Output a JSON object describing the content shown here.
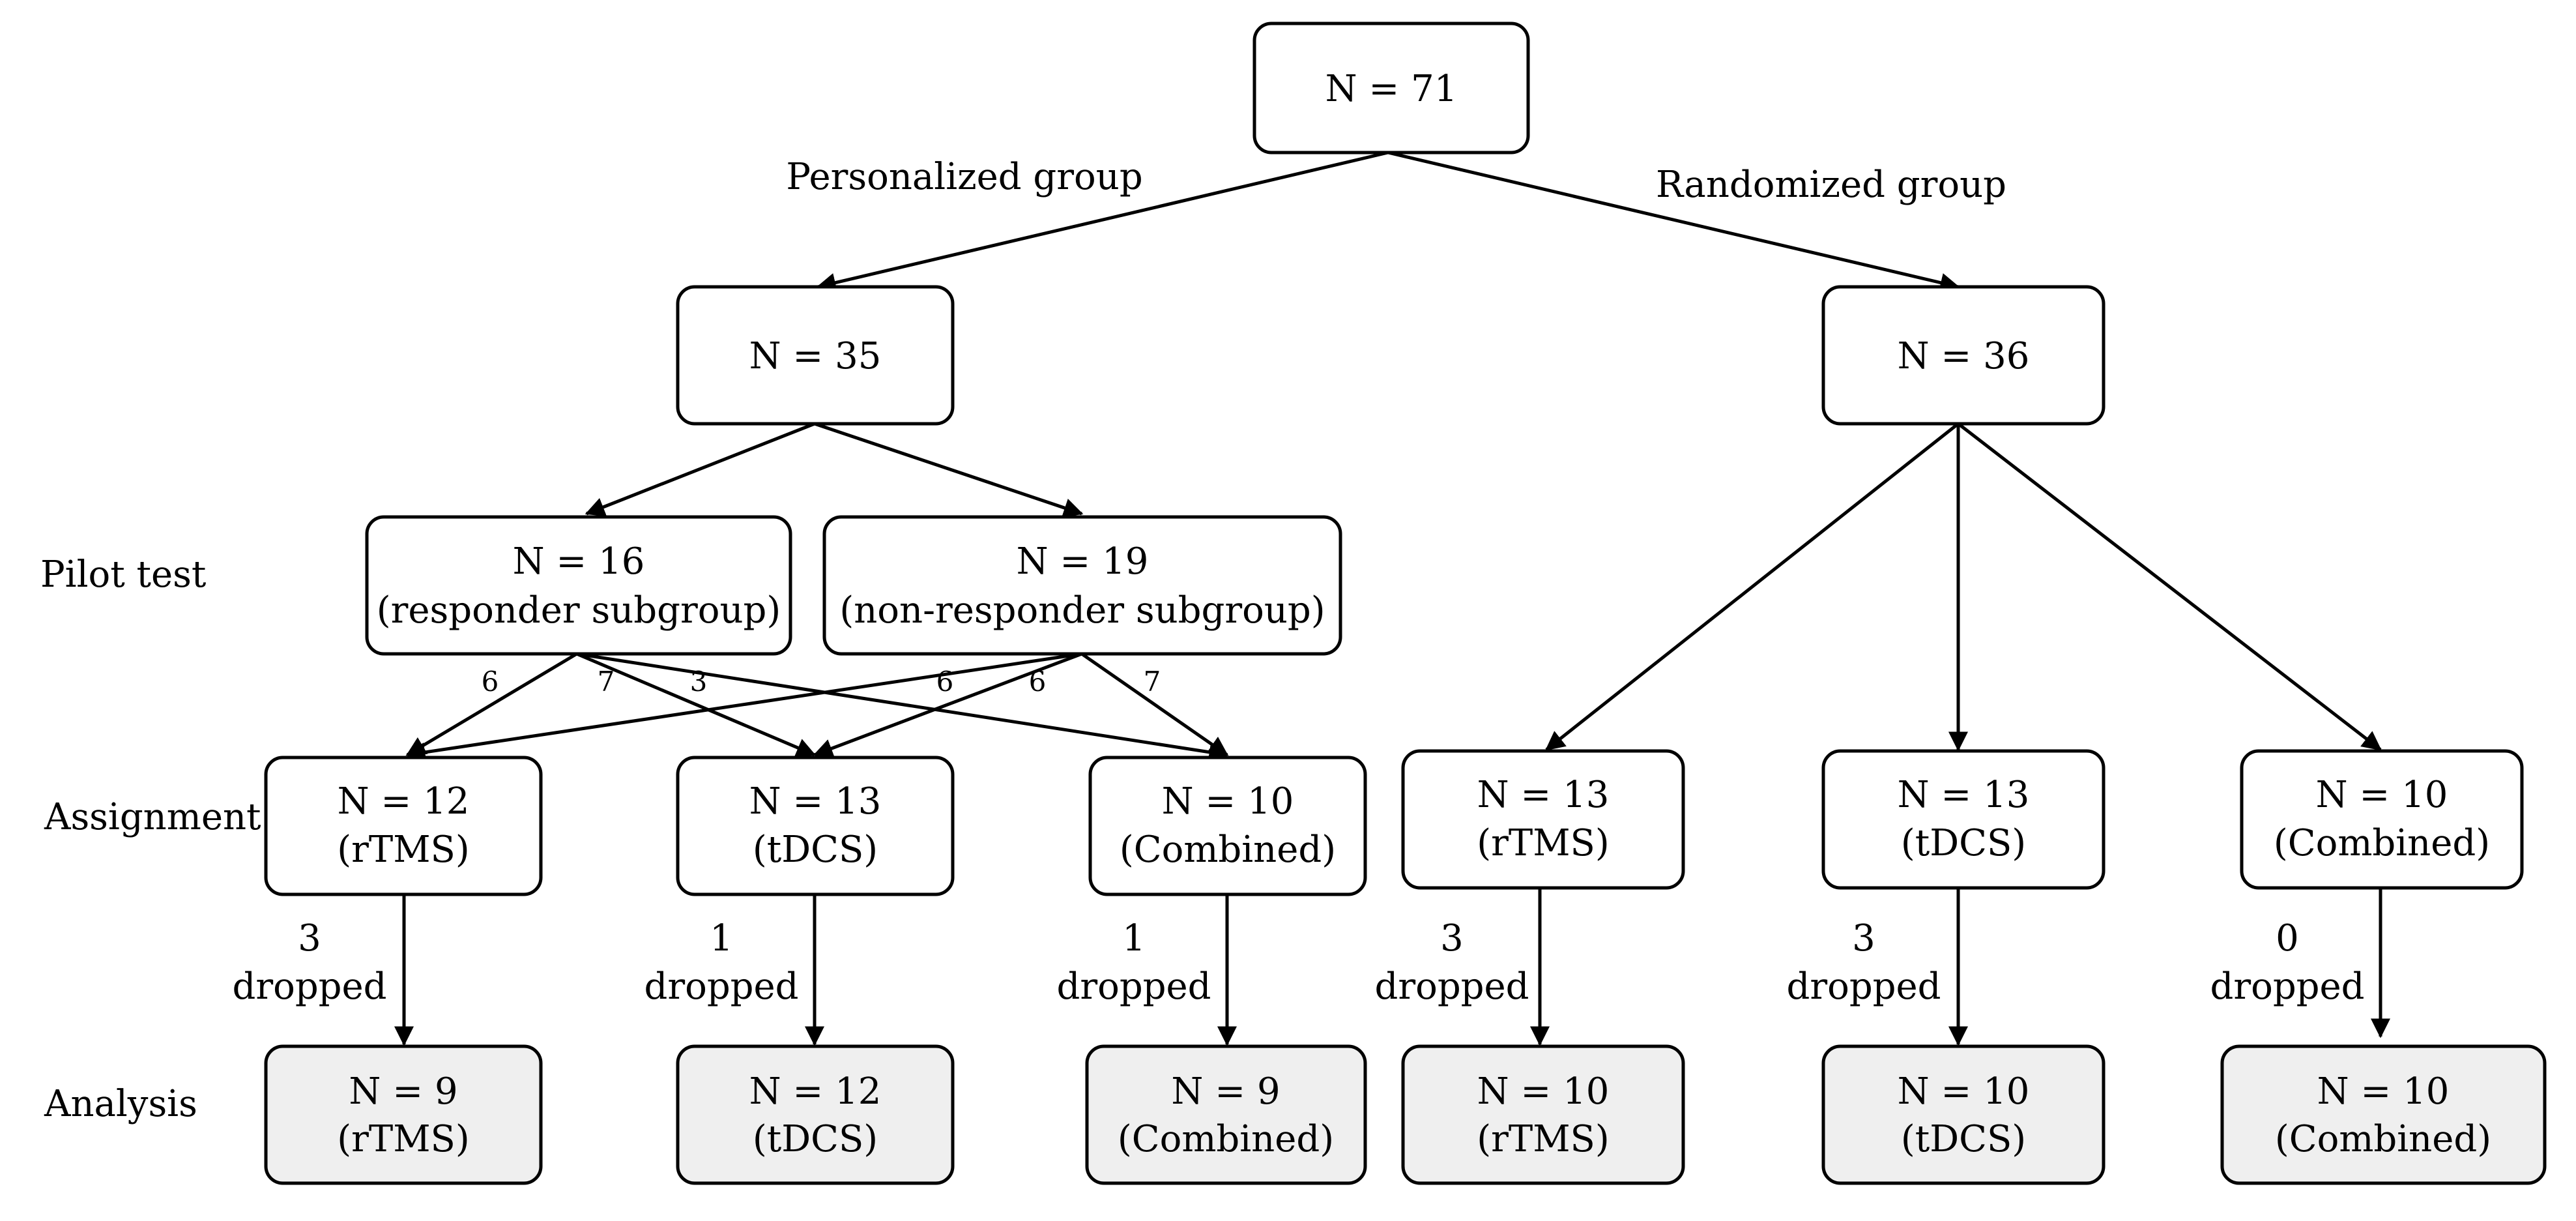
{
  "colors": {
    "box_fill": "#ffffff",
    "analysis_fill": "#efefef",
    "stroke": "#000000"
  },
  "row_labels": {
    "pilot": "Pilot test",
    "assignment": "Assignment",
    "analysis": "Analysis"
  },
  "branch_labels": {
    "personalized": "Personalized group",
    "randomized": "Randomized group"
  },
  "nodes": {
    "root": {
      "n": "N = 71"
    },
    "personalized": {
      "n": "N = 35"
    },
    "randomized": {
      "n": "N = 36"
    },
    "responder": {
      "n": "N = 16",
      "sub": "(responder subgroup)"
    },
    "nonresponder": {
      "n": "N = 19",
      "sub": "(non-responder subgroup)"
    },
    "p_rtms": {
      "n": "N = 12",
      "sub": "(rTMS)"
    },
    "p_tdcs": {
      "n": "N = 13",
      "sub": "(tDCS)"
    },
    "p_comb": {
      "n": "N = 10",
      "sub": "(Combined)"
    },
    "r_rtms": {
      "n": "N = 13",
      "sub": "(rTMS)"
    },
    "r_tdcs": {
      "n": "N = 13",
      "sub": "(tDCS)"
    },
    "r_comb": {
      "n": "N = 10",
      "sub": "(Combined)"
    },
    "a_p_rtms": {
      "n": "N = 9",
      "sub": "(rTMS)"
    },
    "a_p_tdcs": {
      "n": "N = 12",
      "sub": "(tDCS)"
    },
    "a_p_comb": {
      "n": "N = 9",
      "sub": "(Combined)"
    },
    "a_r_rtms": {
      "n": "N = 10",
      "sub": "(rTMS)"
    },
    "a_r_tdcs": {
      "n": "N = 10",
      "sub": "(tDCS)"
    },
    "a_r_comb": {
      "n": "N = 10",
      "sub": "(Combined)"
    }
  },
  "split_counts": {
    "resp_to_rtms": "6",
    "resp_to_tdcs": "7",
    "resp_to_comb": "3",
    "nonresp_to_rtms": "6",
    "nonresp_to_tdcs": "6",
    "nonresp_to_comb": "7"
  },
  "dropouts": {
    "p_rtms": {
      "count": "3",
      "label": "dropped"
    },
    "p_tdcs": {
      "count": "1",
      "label": "dropped"
    },
    "p_comb": {
      "count": "1",
      "label": "dropped"
    },
    "r_rtms": {
      "count": "3",
      "label": "dropped"
    },
    "r_tdcs": {
      "count": "3",
      "label": "dropped"
    },
    "r_comb": {
      "count": "0",
      "label": "dropped"
    }
  }
}
